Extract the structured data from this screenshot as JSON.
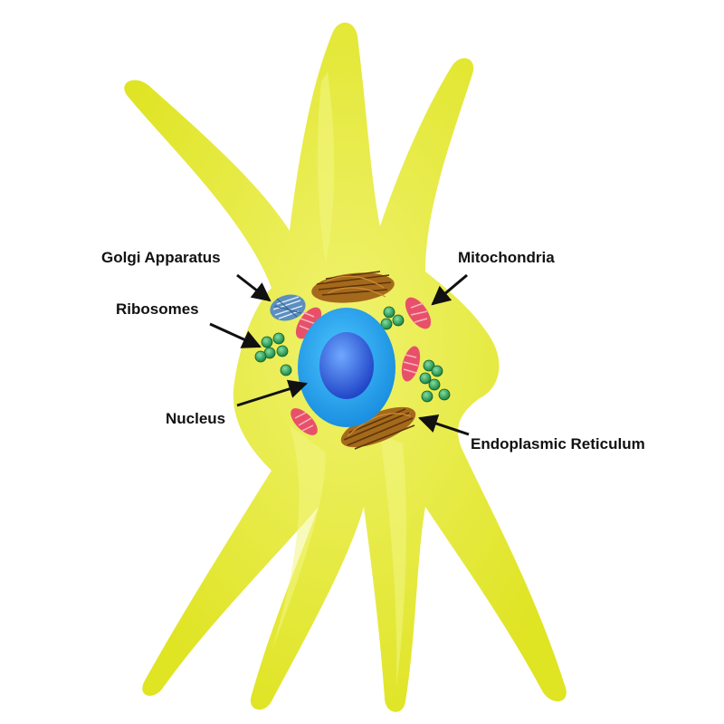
{
  "labels": {
    "golgi": "Golgi Apparatus",
    "ribosomes": "Ribosomes",
    "nucleus": "Nucleus",
    "mitochondria": "Mitochondria",
    "er": "Endoplasmic Reticulum"
  },
  "colors": {
    "cytoplasm": "#e0e62a",
    "cytoplasm_light": "#eef06a",
    "nucleus_outer": "#1fa0e8",
    "nucleus_inner": "#2a5fd0",
    "mitochondria": "#e8506a",
    "ribosome": "#1e9a4a",
    "er": "#a0651a",
    "golgi": "#4f84b5",
    "text": "#111111"
  }
}
